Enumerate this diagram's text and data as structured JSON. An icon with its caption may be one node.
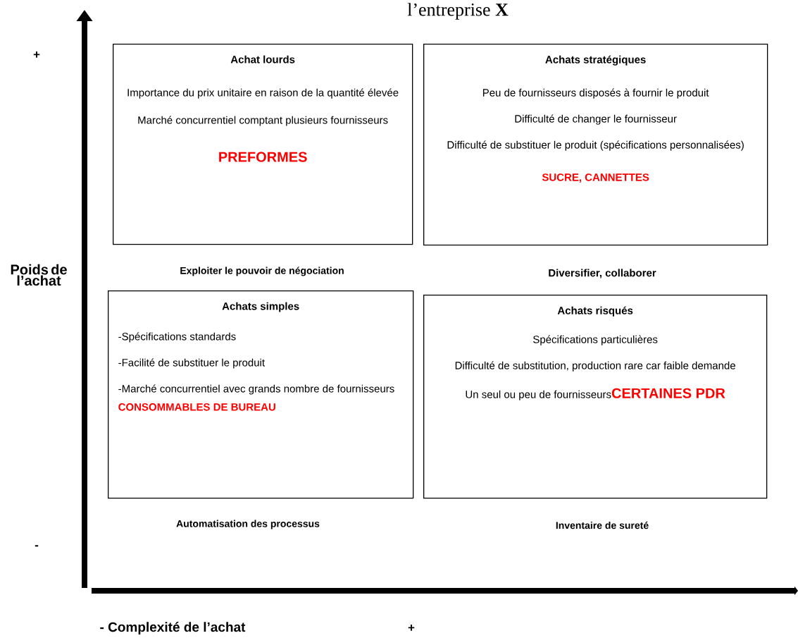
{
  "diagram": {
    "title": "l’entreprise **X**",
    "nodes": [
      {
        "text": [
          "Achat lourds",
          "Importance du prix unitaire en raison de la quantité élevée",
          "Marché concurrentiel comptant plusieurs fournisseurs",
          "PREFORMES"
        ]
      },
      {
        "text": [
          "Achats stratégiques",
          "Peu de fournisseurs disposés à fournir le produit",
          "Difficulté de changer le fournisseur",
          "Difficulté de substituer le produit (spécifications personnalisées)",
          "SUCRE, CANNETTES"
        ]
      },
      {
        "text": [
          "Achats simples",
          "-Spécifications standards",
          "-Facilité de substituer le produit",
          "-Marché concurrentiel avec grands nombre de fournisseurs",
          "CONSOMMABLES DE BUREAU"
        ]
      },
      {
        "text": [
          "Achats risqués",
          "Spécifications particulières",
          "Difficulté de substitution, production rare car faible demande",
          "Un seul ou peu de fournisseurs",
          "CERTAINES PDR"
        ]
      }
    ],
    "labels": [
      "+",
      "Poids de l’achat",
      "-",
      "Exploiter le pouvoir de négociation",
      "Diversifier, collaborer",
      "Automatisation des processus",
      "Inventaire de sureté",
      "- Complexité de l’achat",
      "+"
    ]
  }
}
